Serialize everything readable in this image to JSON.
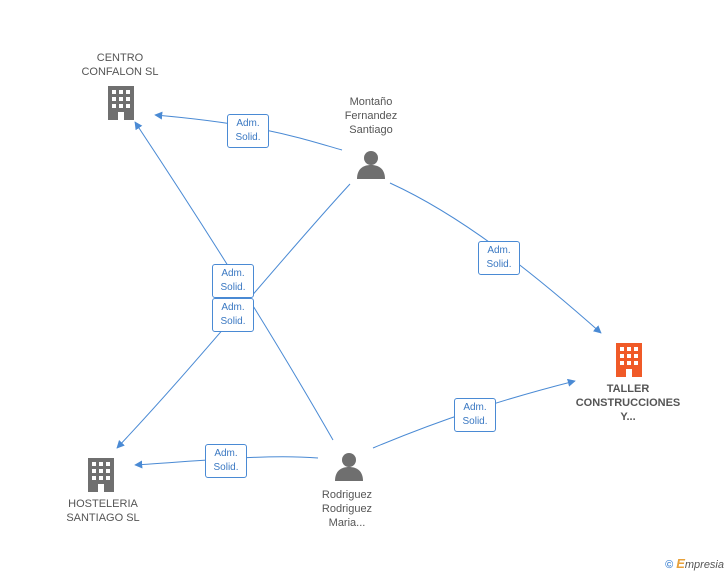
{
  "colors": {
    "edge": "#4a8ad4",
    "node_gray": "#6f6f6f",
    "node_highlight": "#f05a28"
  },
  "nodes": {
    "centro": {
      "lines": [
        "CENTRO",
        "CONFALON SL"
      ],
      "type": "company-icon"
    },
    "montano": {
      "lines": [
        "Montaño",
        "Fernandez",
        "Santiago"
      ],
      "type": "person-icon"
    },
    "taller": {
      "lines": [
        "TALLER",
        "CONSTRUCCIONES",
        "Y..."
      ],
      "type": "company-icon"
    },
    "hosteleria": {
      "lines": [
        "HOSTELERIA",
        "SANTIAGO SL"
      ],
      "type": "company-icon"
    },
    "rodriguez": {
      "lines": [
        "Rodriguez",
        "Rodriguez",
        "Maria..."
      ],
      "type": "person-icon"
    }
  },
  "edges": [
    {
      "id": "montano-centro",
      "lines": [
        "Adm.",
        "Solid."
      ]
    },
    {
      "id": "montano-taller",
      "lines": [
        "Adm.",
        "Solid."
      ]
    },
    {
      "id": "rodriguez-centro",
      "lines": [
        "Adm.",
        "Solid."
      ]
    },
    {
      "id": "montano-hosteleria",
      "lines": [
        "Adm.",
        "Solid."
      ]
    },
    {
      "id": "rodriguez-taller",
      "lines": [
        "Adm.",
        "Solid."
      ]
    },
    {
      "id": "rodriguez-hosteleria",
      "lines": [
        "Adm.",
        "Solid."
      ]
    }
  ],
  "brand": {
    "copyright": "©",
    "initial": "E",
    "name": "mpresia"
  }
}
